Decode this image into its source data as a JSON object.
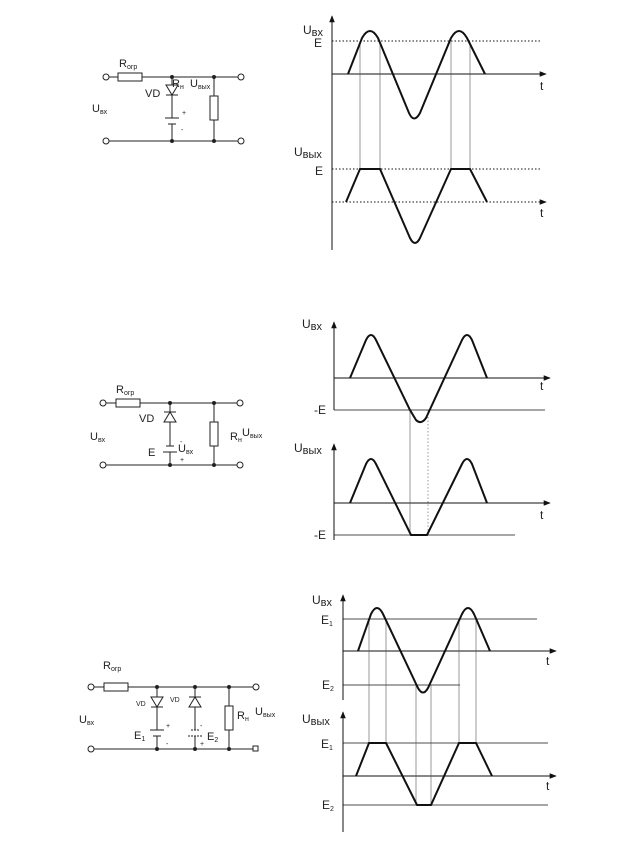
{
  "circuit1": {
    "r_lim": "R",
    "r_lim_sub": "огр",
    "diode": "VD",
    "r_load": "R",
    "r_load_sub": "н",
    "u_in": "U",
    "u_in_sub": "вх",
    "u_out": "U",
    "u_out_sub": "вых",
    "plus": "+",
    "minus": "-"
  },
  "graph1": {
    "top_y": "U",
    "top_y_sub": "вх",
    "top_e": "E",
    "t": "t",
    "bottom_y": "U",
    "bottom_y_sub": "вых",
    "bottom_e": "E"
  },
  "circuit2": {
    "r_lim": "R",
    "r_lim_sub": "огр",
    "diode": "VD",
    "source": "E",
    "r_load": "R",
    "r_load_sub": "н",
    "u_in": "U",
    "u_in_sub": "вх",
    "u_out": "U",
    "u_out_sub": "вых",
    "plus": "+",
    "minus": "-"
  },
  "graph2": {
    "top_y": "U",
    "top_y_sub": "вх",
    "top_e": "-E",
    "t": "t",
    "bottom_y": "U",
    "bottom_y_sub": "вых",
    "bottom_e": "-E"
  },
  "circuit3": {
    "r_lim": "R",
    "r_lim_sub": "огр",
    "diode1": "VD",
    "diode2": "VD",
    "e1": "E",
    "e1_sub": "1",
    "e2": "E",
    "e2_sub": "2",
    "r_load": "R",
    "r_load_sub": "н",
    "u_in": "U",
    "u_in_sub": "вх",
    "u_out": "U",
    "u_out_sub": "вых",
    "plus": "+",
    "minus": "-"
  },
  "graph3": {
    "top_y": "U",
    "top_y_sub": "вх",
    "e1": "E",
    "e1_sub": "1",
    "e2": "E",
    "e2_sub": "2",
    "t": "t",
    "bottom_y": "U",
    "bottom_y_sub": "вых",
    "be1": "E",
    "be1_sub": "1",
    "be2": "E",
    "be2_sub": "2"
  }
}
